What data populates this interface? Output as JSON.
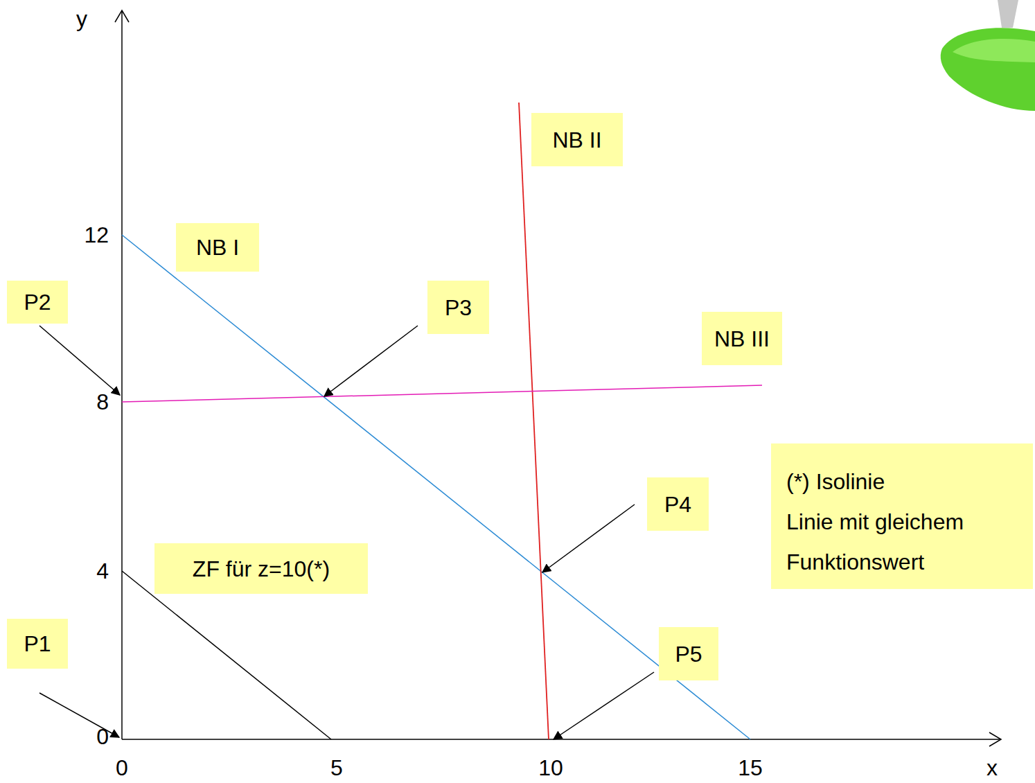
{
  "diagram": {
    "nodes": [
      {
        "text": [
          "NB II"
        ]
      },
      {
        "text": [
          "NB I"
        ]
      },
      {
        "text": [
          "P2"
        ]
      },
      {
        "text": [
          "P3"
        ]
      },
      {
        "text": [
          "NB III"
        ]
      },
      {
        "text": [
          "(*) Isolinie",
          "Linie mit gleichem Funktionswert"
        ]
      },
      {
        "text": [
          "P4"
        ]
      },
      {
        "text": [
          "ZF für z=10(*)"
        ]
      },
      {
        "text": [
          "P1"
        ]
      },
      {
        "text": [
          "P5"
        ]
      }
    ],
    "labels": [
      "y",
      "12",
      "8",
      "4",
      "0",
      "0",
      "5",
      "10",
      "15",
      "x"
    ]
  }
}
